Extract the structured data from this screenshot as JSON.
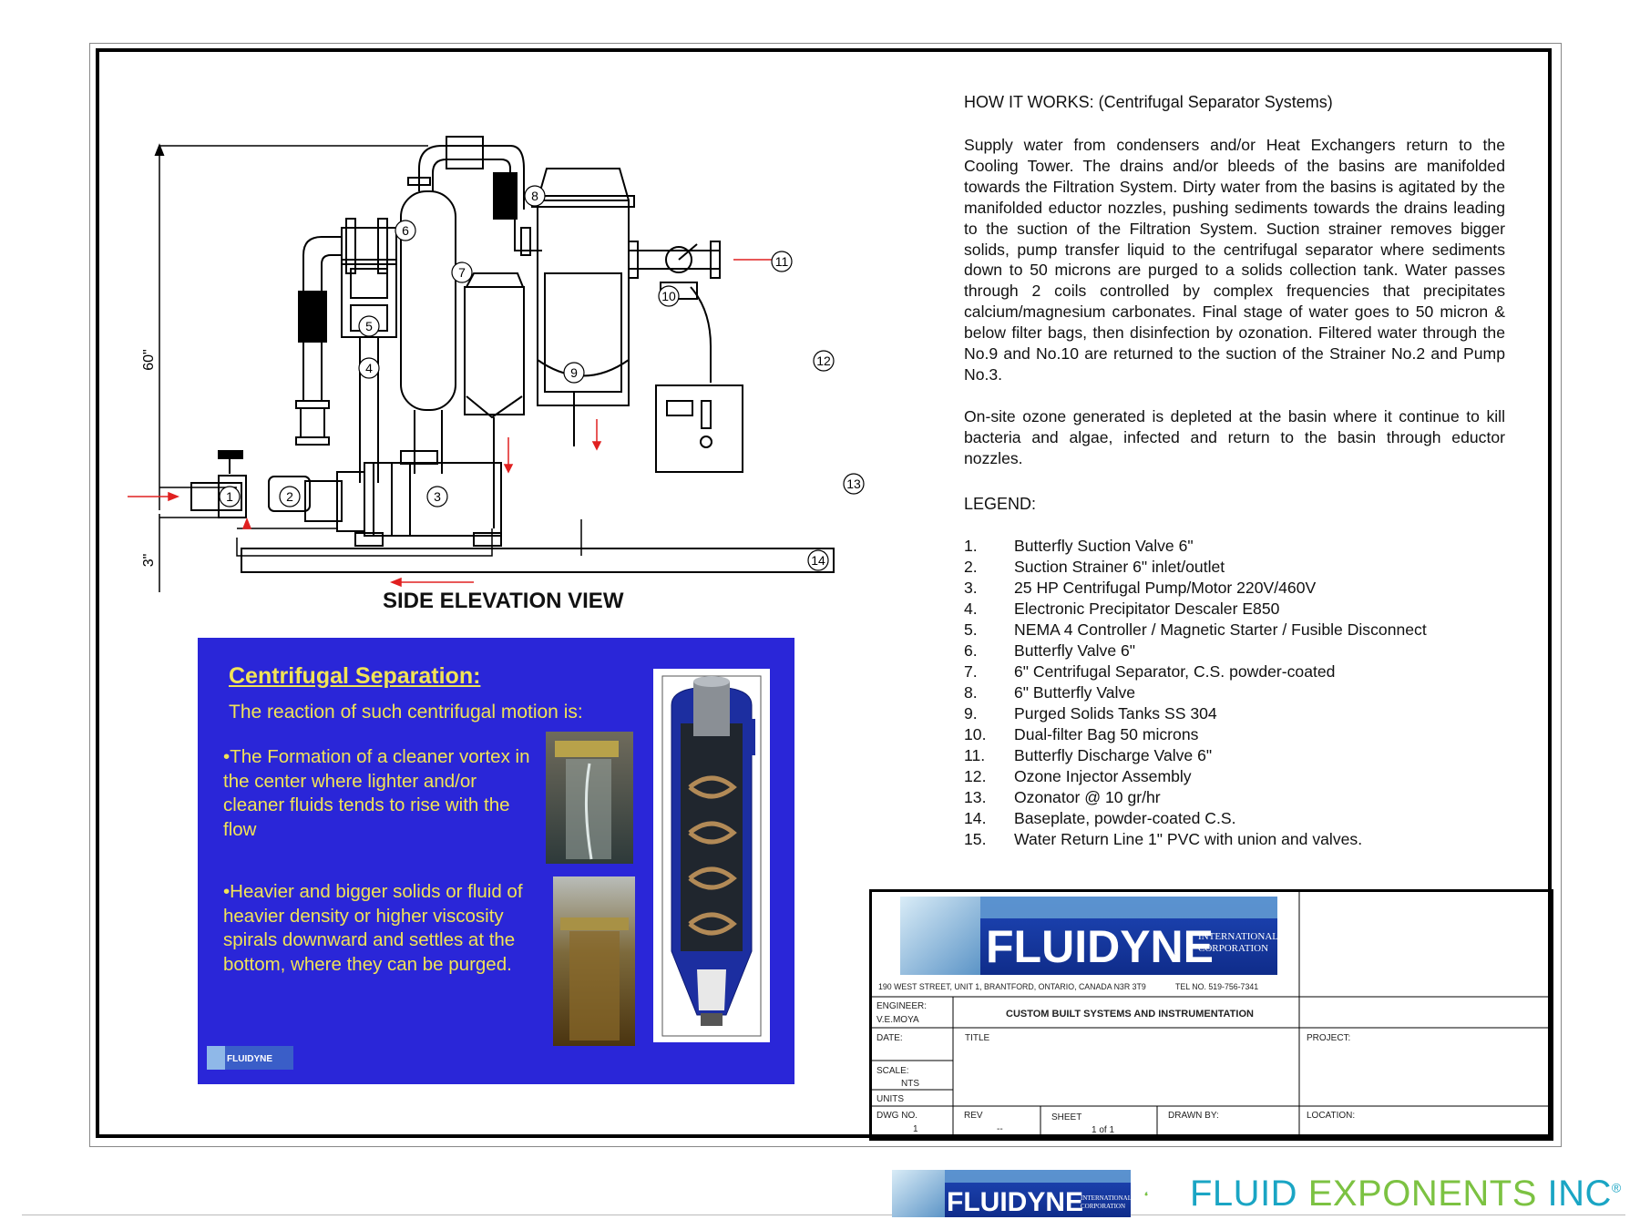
{
  "diagram": {
    "view_label": "SIDE ELEVATION VIEW",
    "dim_height": "60\"",
    "dim_base": "3\"",
    "callouts": [
      "1",
      "2",
      "3",
      "4",
      "5",
      "6",
      "7",
      "8",
      "9",
      "10",
      "11",
      "12",
      "13",
      "14"
    ]
  },
  "panel": {
    "title": "Centrifugal Separation:",
    "subtitle": "The reaction of such centrifugal motion is:",
    "bullet1": "•The Formation of a cleaner vortex in the center where lighter and/or cleaner fluids tends to rise with the flow",
    "bullet2": "•Heavier and bigger solids or fluid of heavier density or higher viscosity spirals downward and settles at the bottom, where they can be purged.",
    "logo_text": "FLUIDYNE"
  },
  "how_it_works": {
    "title": "HOW IT WORKS: (Centrifugal Separator Systems)",
    "paragraph1": "Supply water from condensers and/or Heat Exchangers return to the Cooling Tower. The drains and/or bleeds of the basins are manifolded towards the Filtration System. Dirty water from the basins is agitated by the manifolded eductor nozzles, pushing sediments towards the drains leading to the suction of the Filtration System. Suction strainer removes bigger solids, pump transfer liquid to the centrifugal separator where sediments down to 50 microns are purged to a solids collection tank. Water passes through 2 coils controlled by complex frequencies that precipitates calcium/magnesium carbonates. Final stage of water goes to 50 micron & below filter bags, then disinfection by ozonation. Filtered water through the No.9 and No.10 are returned to the suction of the Strainer No.2 and Pump No.3.",
    "paragraph2": "On-site ozone generated is depleted at the basin where it continue to kill bacteria and algae, infected and return to the basin through eductor nozzles."
  },
  "legend": {
    "title": "LEGEND:",
    "items": [
      {
        "num": "1.",
        "text": "Butterfly Suction Valve 6\""
      },
      {
        "num": "2.",
        "text": "Suction Strainer 6\" inlet/outlet"
      },
      {
        "num": "3.",
        "text": "25 HP Centrifugal Pump/Motor 220V/460V"
      },
      {
        "num": "4.",
        "text": "Electronic Precipitator Descaler E850"
      },
      {
        "num": "5.",
        "text": "NEMA 4 Controller / Magnetic Starter / Fusible Disconnect"
      },
      {
        "num": "6.",
        "text": "Butterfly Valve 6\""
      },
      {
        "num": "7.",
        "text": "6\" Centrifugal Separator, C.S. powder-coated"
      },
      {
        "num": "8.",
        "text": "6\" Butterfly Valve"
      },
      {
        "num": "9.",
        "text": "Purged Solids Tanks SS 304"
      },
      {
        "num": "10.",
        "text": "Dual-filter Bag 50 microns"
      },
      {
        "num": "11.",
        "text": "Butterfly Discharge Valve 6\""
      },
      {
        "num": "12.",
        "text": "Ozone Injector Assembly"
      },
      {
        "num": "13.",
        "text": "Ozonator @ 10 gr/hr"
      },
      {
        "num": "14.",
        "text": "Baseplate, powder-coated C.S."
      },
      {
        "num": "15.",
        "text": "Water Return Line 1\" PVC with union and valves."
      }
    ]
  },
  "title_block": {
    "logo_text": "FLUIDYNE",
    "logo_sub1": "INTERNATIONAL",
    "logo_sub2": "CORPORATION",
    "address": "190 WEST STREET, UNIT 1, BRANTFORD, ONTARIO, CANADA N3R 3T9",
    "tel": "TEL NO. 519-756-7341",
    "engineer_label": "ENGINEER:",
    "engineer_value": "V.E.MOYA",
    "heading": "CUSTOM BUILT SYSTEMS AND INSTRUMENTATION",
    "date_label": "DATE:",
    "title_label": "TITLE",
    "project_label": "PROJECT:",
    "scale_label": "SCALE:",
    "scale_value": "NTS",
    "units_label": "UNITS",
    "dwg_label": "DWG NO.",
    "dwg_value": "1",
    "rev_label": "REV",
    "rev_value": "--",
    "sheet_label": "SHEET",
    "sheet_value": "1 of 1",
    "drawn_label": "DRAWN BY:",
    "location_label": "LOCATION:"
  },
  "footer": {
    "fluidyne_text": "FLUIDYNE",
    "fluidyne_sub1": "INTERNATIONAL",
    "fluidyne_sub2": "CORPORATION",
    "fe_part1": "FLUID ",
    "fe_part2": "EXPONENTS",
    "fe_part3": " INC",
    "registered": "®"
  },
  "colors": {
    "panel_blue": "#2a26d8",
    "panel_text": "#f1e356",
    "fe_blue": "#1aa5c4",
    "fe_green": "#7cc242",
    "flow_red": "#e02020"
  }
}
